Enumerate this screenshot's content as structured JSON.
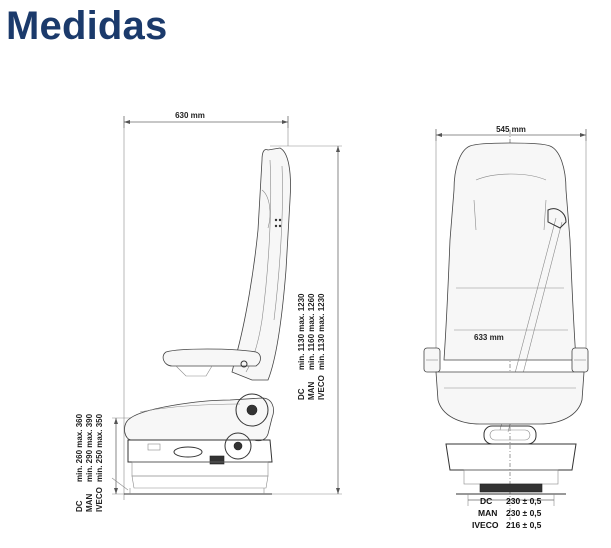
{
  "page": {
    "title": "Medidas"
  },
  "side_view": {
    "width_label": "630 mm",
    "height_rows": [
      {
        "brand": "DC",
        "range": "min. 1130 max. 1230"
      },
      {
        "brand": "MAN",
        "range": "min. 1160 max. 1260"
      },
      {
        "brand": "IVECO",
        "range": "min. 1130 max. 1230"
      }
    ],
    "seat_height_rows": [
      {
        "brand": "DC",
        "range": "min. 260 max. 360"
      },
      {
        "brand": "MAN",
        "range": "min. 290 max. 390"
      },
      {
        "brand": "IVECO",
        "range": "min. 250 max. 350"
      }
    ]
  },
  "front_view": {
    "width_label": "545 mm",
    "inner_label": "633 mm",
    "base_rows": [
      {
        "brand": "DC",
        "value": "230 ± 0,5"
      },
      {
        "brand": "MAN",
        "value": "230 ± 0,5"
      },
      {
        "brand": "IVECO",
        "value": "216 ± 0,5"
      }
    ]
  }
}
